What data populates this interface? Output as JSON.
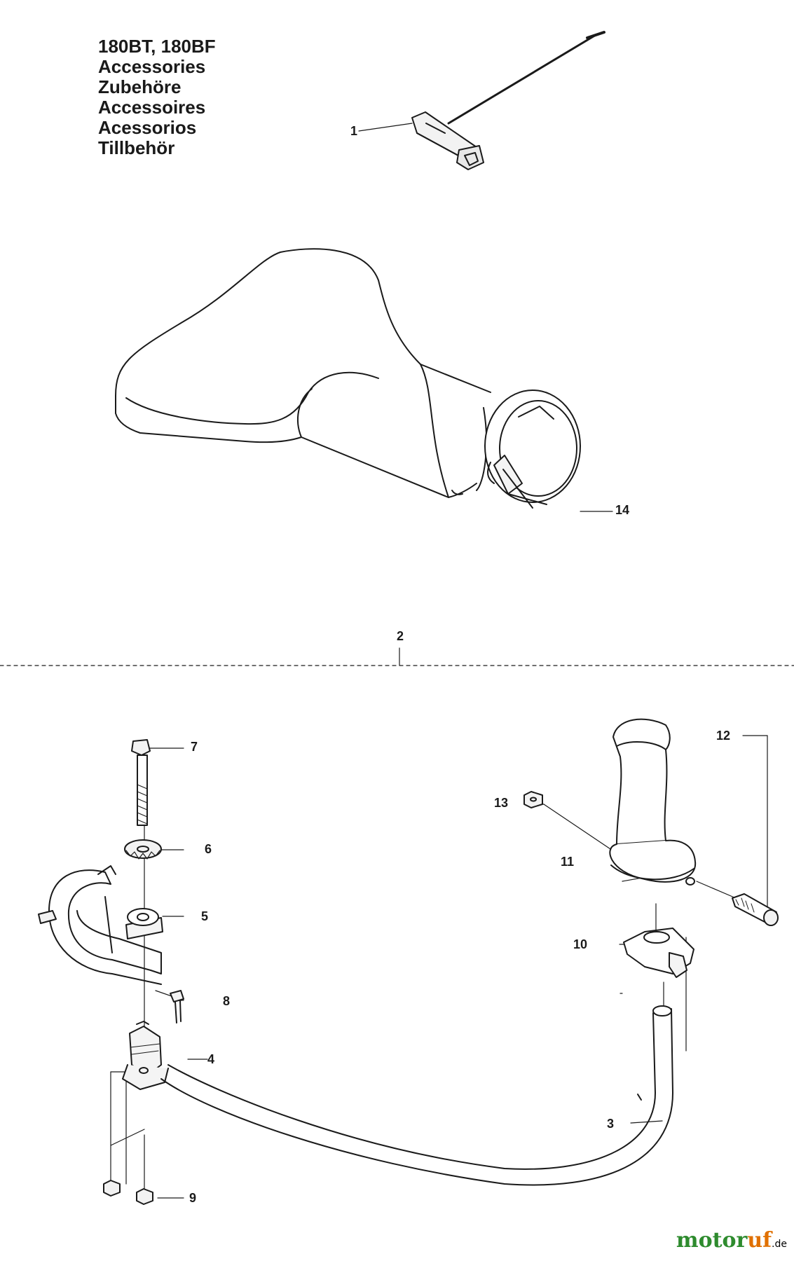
{
  "title": {
    "model": "180BT, 180BF",
    "lines": [
      "Accessories",
      "Zubehöre",
      "Accessoires",
      "Acessorios",
      "Tillbehör"
    ]
  },
  "callouts": {
    "p1": "1",
    "p2": "2",
    "p3": "3",
    "p4": "4",
    "p5": "5",
    "p6": "6",
    "p7": "7",
    "p8": "8",
    "p9": "9",
    "p10": "10",
    "p11": "11",
    "p12": "12",
    "p13": "13",
    "p14": "14"
  },
  "watermark": {
    "motor": "motor",
    "uf": "uf",
    "suffix": ".de",
    "colors": {
      "motor": "#2e8b2e",
      "uf": "#e07000"
    }
  }
}
